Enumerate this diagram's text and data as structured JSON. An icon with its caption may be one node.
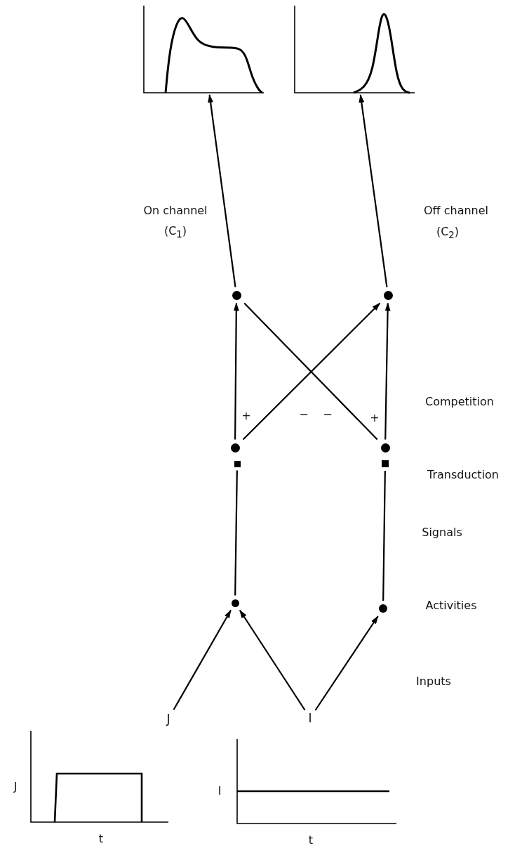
{
  "diagram": {
    "nodes": [
      {
        "text": [],
        "shape": "picture"
      },
      {
        "text": [],
        "shape": "picture"
      },
      {
        "text": [],
        "shape": "circle"
      },
      {
        "text": [],
        "shape": "circle"
      },
      {
        "text": [],
        "shape": "circle"
      },
      {
        "text": [],
        "shape": "circle"
      },
      {
        "text": [],
        "shape": "box"
      },
      {
        "text": [],
        "shape": "box"
      },
      {
        "text": [],
        "shape": "circle"
      },
      {
        "text": [],
        "shape": "circle"
      },
      {
        "text": [
          "J"
        ]
      },
      {
        "text": [
          "I"
        ]
      }
    ],
    "edges": [
      {
        "from": 2,
        "to": 0,
        "arrow": "to"
      },
      {
        "from": 3,
        "to": 1,
        "arrow": "to"
      },
      {
        "from": 4,
        "to": 2,
        "arrow": "to",
        "label": "+"
      },
      {
        "from": 4,
        "to": 3,
        "arrow": "to",
        "label": "−"
      },
      {
        "from": 5,
        "to": 2,
        "arrow": "none",
        "label": "−"
      },
      {
        "from": 5,
        "to": 3,
        "arrow": "to",
        "label": "+"
      },
      {
        "from": 8,
        "to": 6,
        "arrow": "none"
      },
      {
        "from": 9,
        "to": 7,
        "arrow": "none"
      },
      {
        "from": 10,
        "to": 8,
        "arrow": "to"
      },
      {
        "from": 11,
        "to": 8,
        "arrow": "to"
      },
      {
        "from": 11,
        "to": 9,
        "arrow": "to"
      }
    ],
    "labels": [
      "On channel",
      "(C$_{1}$)",
      "Off channel",
      "(C$_{2}$)",
      "Competition",
      "Transduction",
      "Signals",
      "Activities",
      "Inputs",
      "J",
      "t",
      "I",
      "t"
    ]
  }
}
